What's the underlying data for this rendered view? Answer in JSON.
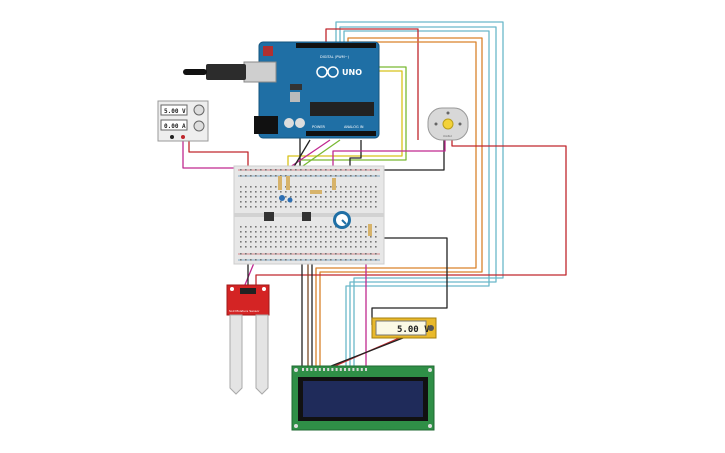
{
  "arduino": {
    "brand": "UNO",
    "logo": "arduino-infinity-logo",
    "header_digital": "DIGITAL (PWM~)",
    "header_analog": "ANALOG IN",
    "header_power": "POWER"
  },
  "power_supply": {
    "voltage": "5.00 V",
    "current": "0.00 A"
  },
  "multimeter": {
    "reading": "5.00 V"
  },
  "soil_sensor": {
    "label": "Soil Moisture Sensor"
  },
  "dc_motor": {
    "label": "motor"
  },
  "lcd": {
    "type": "16x2 LCD"
  },
  "wire_colors": {
    "red": "#c0272d",
    "cyan": "#6ab8c9",
    "orange": "#d9822b",
    "green": "#79b933",
    "yellow": "#d8c21a",
    "black": "#222222",
    "magenta": "#c0288f",
    "brown": "#7a4a2a",
    "gray": "#888888"
  }
}
